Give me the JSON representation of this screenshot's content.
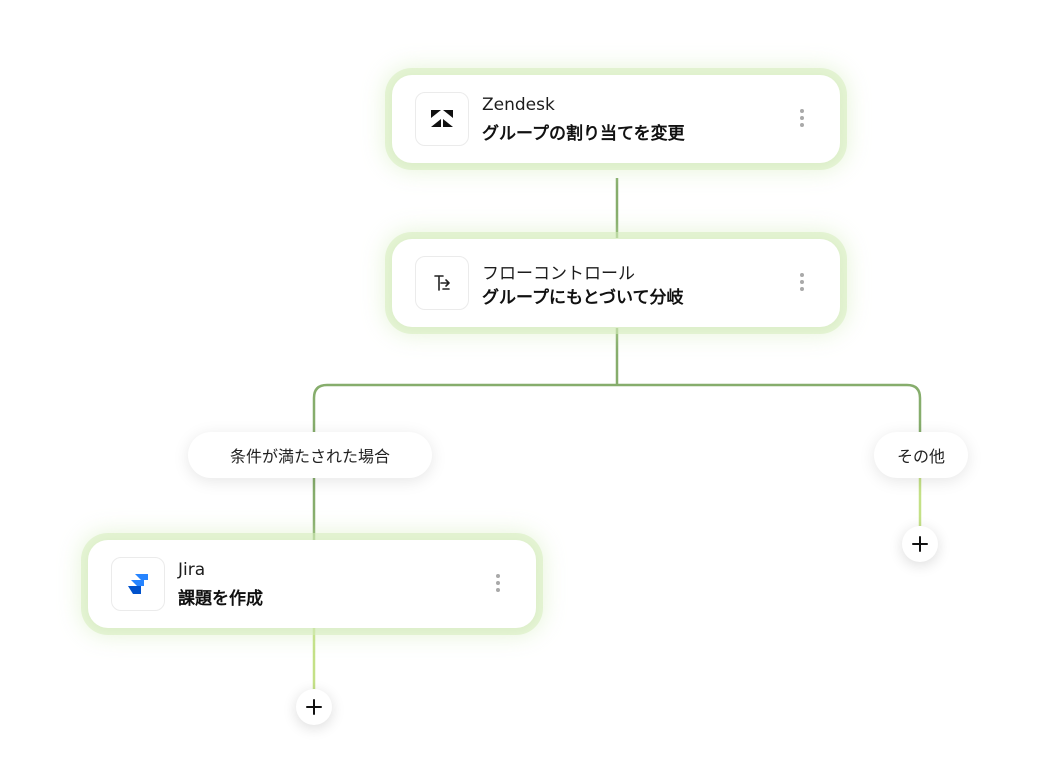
{
  "nodes": {
    "zendesk": {
      "app": "Zendesk",
      "action": "グループの割り当てを変更",
      "icon": "zendesk-logo-icon"
    },
    "flow": {
      "app": "フローコントロール",
      "action": "グループにもとづいて分岐",
      "icon": "branch-arrows-icon"
    },
    "jira": {
      "app": "Jira",
      "action": "課題を作成",
      "icon": "jira-logo-icon"
    }
  },
  "branches": {
    "matched": "条件が満たされた場合",
    "other": "その他"
  },
  "colors": {
    "connector": "#86ad6c",
    "connector_light": "#c4e187",
    "card_glow": "#d6ecbc",
    "jira_blue": "#2684ff"
  }
}
